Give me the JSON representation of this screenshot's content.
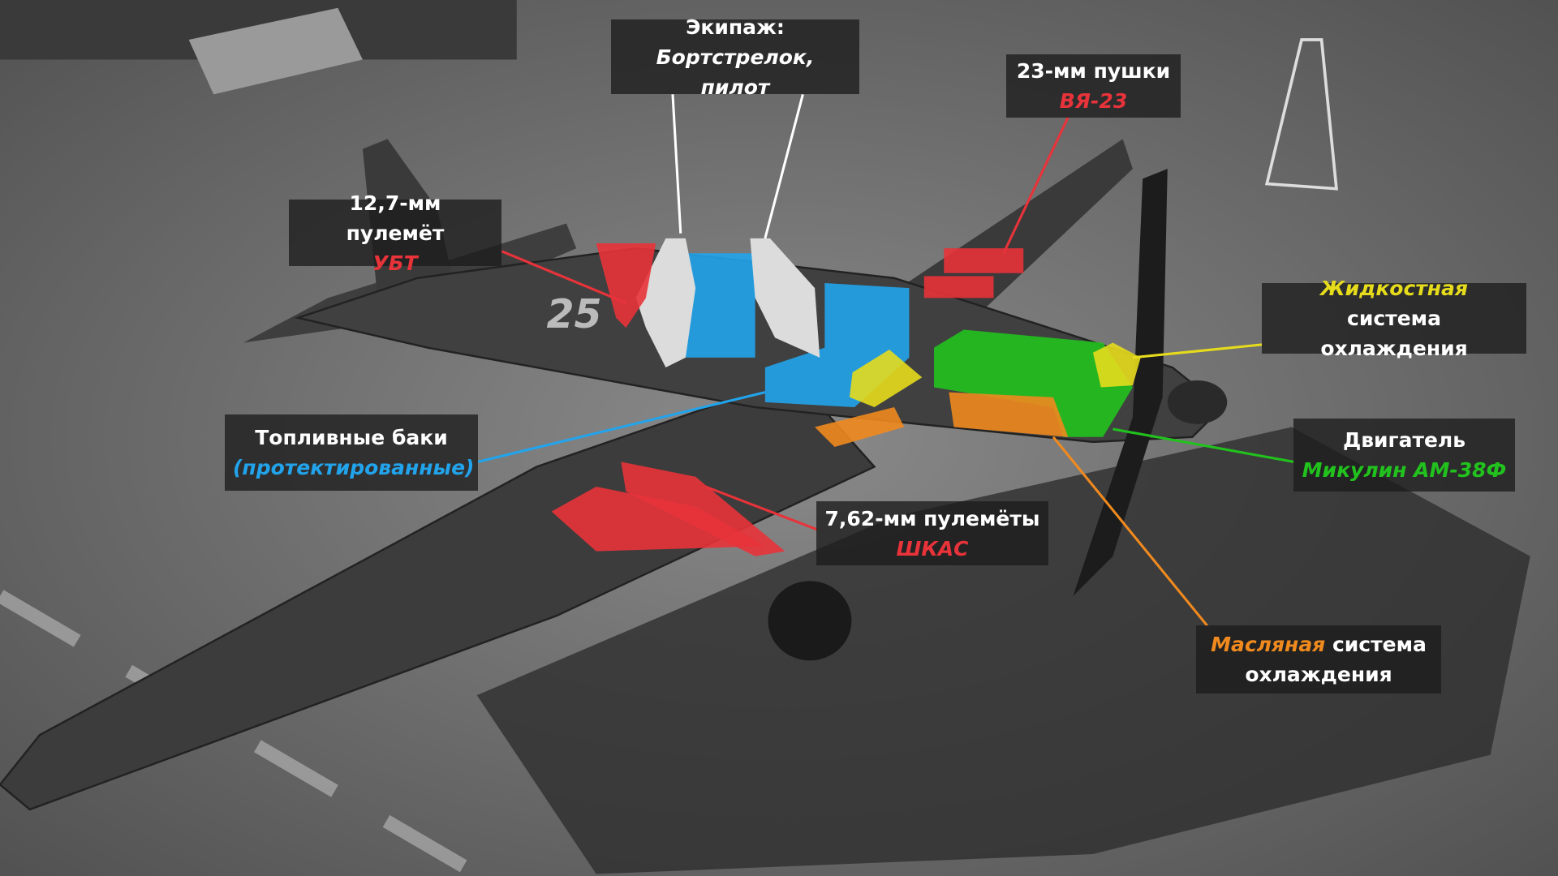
{
  "colors": {
    "guns": "#e8333a",
    "liquid_cooling": "#e6dc1c",
    "engine": "#22c21e",
    "oil_cooling": "#f08a1e",
    "fuel": "#22a4ec",
    "crew": "#ffffff"
  },
  "labels": {
    "crew": {
      "title": "Экипаж:",
      "detail": "Бортстрелок, пилот"
    },
    "cannons": {
      "title": "23-мм пушки",
      "detail": "ВЯ-23"
    },
    "heavy_mg": {
      "title": "12,7-мм пулемёт",
      "detail": "УБТ"
    },
    "liquid_cooling": {
      "highlight": "Жидкостная",
      "rest": "система",
      "line2": "охлаждения"
    },
    "fuel": {
      "title": "Топливные баки",
      "detail": "(протектированные)"
    },
    "engine": {
      "title": "Двигатель",
      "detail": "Микулин АМ-38Ф"
    },
    "light_mg": {
      "title": "7,62-мм пулемёты",
      "detail": "ШКАС"
    },
    "oil_cooling": {
      "highlight": "Масляная",
      "rest": "система",
      "line2": "охлаждения"
    }
  },
  "aircraft": {
    "tail_number": "25"
  }
}
